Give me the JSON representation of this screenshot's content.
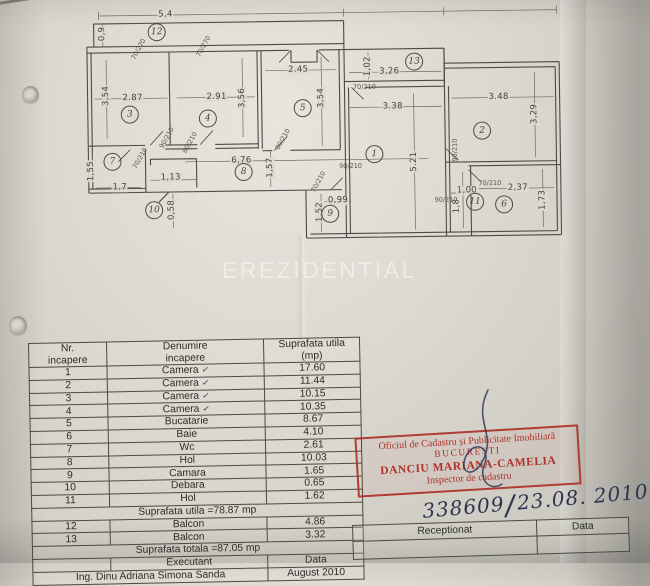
{
  "watermark": "EREZIDENTIAL",
  "plan": {
    "rooms": {
      "r1": "1",
      "r2": "2",
      "r3": "3",
      "r4": "4",
      "r5": "5",
      "r6": "6",
      "r7": "7",
      "r8": "8",
      "r9": "9",
      "r10": "10",
      "r11": "11",
      "r12": "12",
      "r13": "13"
    },
    "dims": {
      "top_width": "5,4",
      "balcony12_depth": "0,9",
      "room3_w": "2.87",
      "room3_h": "3,54",
      "room4_w": "2.91",
      "room4_h": "3,56",
      "room5_w": "2.45",
      "room5_h": "3,54",
      "balcony13_w": "3,26",
      "balcony13_d": "1,02",
      "room1_w": "3.38",
      "room1_h": "5.21",
      "room2_w": "3.48",
      "room2_h": "3,29",
      "hall_w": "6,76",
      "hall_h": "1,57",
      "wc_w": "1,7",
      "closet_w": "1,13",
      "wc_h": "1,55",
      "debara_h": "0,58",
      "camara_h": "1,52",
      "camara_w": "0,99",
      "baie_w": "2,37",
      "baie_h": "1,73",
      "hol11_w": "1,00",
      "hol11_h": "1,8"
    },
    "doors": [
      "70/270",
      "70/270",
      "90/210",
      "80/210",
      "80/210",
      "70/210",
      "90/210",
      "70/210",
      "70/210",
      "90/210",
      "70/210",
      "90/210"
    ]
  },
  "table": {
    "headers": {
      "col1a": "Nr.",
      "col1b": "incapere",
      "col2a": "Denumire",
      "col2b": "incapere",
      "col3a": "Suprafata utila",
      "col3b": "(mp)"
    },
    "rows": [
      {
        "nr": "1",
        "name": "Camera",
        "area": "17.60",
        "tick": true
      },
      {
        "nr": "2",
        "name": "Camera",
        "area": "11.44",
        "tick": true
      },
      {
        "nr": "3",
        "name": "Camera",
        "area": "10.15",
        "tick": true
      },
      {
        "nr": "4",
        "name": "Camera",
        "area": "10.35",
        "tick": true
      },
      {
        "nr": "5",
        "name": "Bucatarie",
        "area": "8.67",
        "tick": false
      },
      {
        "nr": "6",
        "name": "Baie",
        "area": "4.10",
        "tick": false
      },
      {
        "nr": "7",
        "name": "Wc",
        "area": "2.61",
        "tick": false
      },
      {
        "nr": "8",
        "name": "Hol",
        "area": "10.03",
        "tick": false
      },
      {
        "nr": "9",
        "name": "Camara",
        "area": "1.65",
        "tick": false
      },
      {
        "nr": "10",
        "name": "Debara",
        "area": "0.65",
        "tick": false
      },
      {
        "nr": "11",
        "name": "Hol",
        "area": "1.62",
        "tick": false
      }
    ],
    "subtotal": "Suprafata  utila  =78.87  mp",
    "rows2": [
      {
        "nr": "12",
        "name": "Balcon",
        "area": "4.86",
        "tick": false
      },
      {
        "nr": "13",
        "name": "Balcon",
        "area": "3.32",
        "tick": false
      }
    ],
    "total": "Suprafata  totala =87.05 mp",
    "executant_label": "Executant",
    "data_label": "Data",
    "executant_name": "Ing. Dinu Adriana Simona Sanda",
    "date_value": "August 2010",
    "receptionat_label": "Receptionat",
    "receptionat_data_label": "Data"
  },
  "stamp": {
    "line1": "Oficiul de Cadastru și Publicitate Imobiliară",
    "line2": "BUCUREȘTI",
    "line3": "DANCIU MARIANA-CAMELIA",
    "line4": "Inspector de cadastru"
  },
  "handwriting": {
    "registration": "338609",
    "date": "23.08. 2010"
  }
}
